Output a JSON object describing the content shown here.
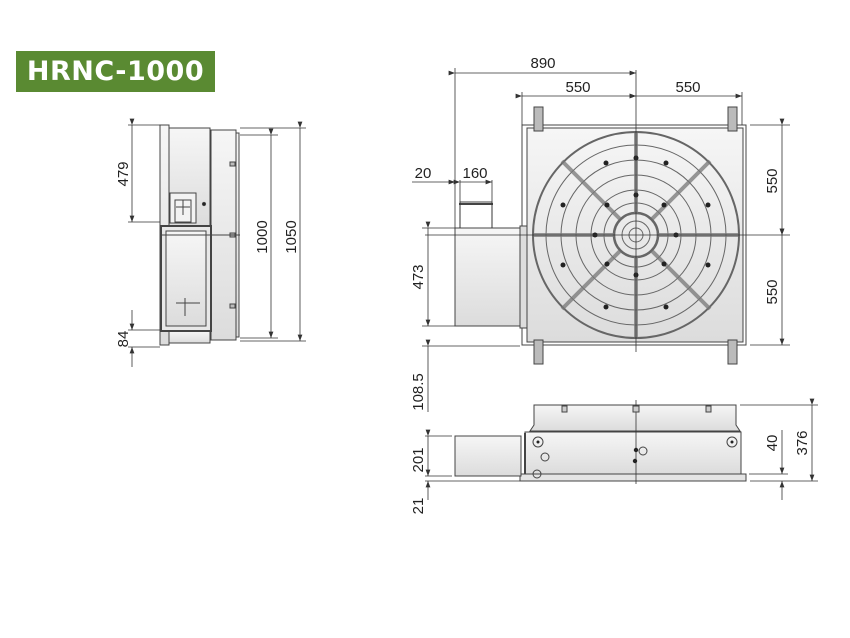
{
  "title": "HRNC-1000",
  "colors": {
    "badge": "#5a8a32",
    "line": "#333333",
    "fill": "#ececec"
  },
  "side_view": {
    "dims": {
      "top_offset": "479",
      "table_height": "1000",
      "overall_height": "1050",
      "bottom_offset": "84"
    }
  },
  "top_view": {
    "dims": {
      "overall_width": "890",
      "left_half": "550",
      "right_half": "550",
      "top_half": "550",
      "bottom_half": "550",
      "gap": "20",
      "motor_width": "160",
      "motor_length": "473",
      "bolt_offset": "108.5"
    }
  },
  "front_view": {
    "dims": {
      "motor_height": "201",
      "base_thickness": "21",
      "flange": "40",
      "overall_height": "376"
    }
  }
}
